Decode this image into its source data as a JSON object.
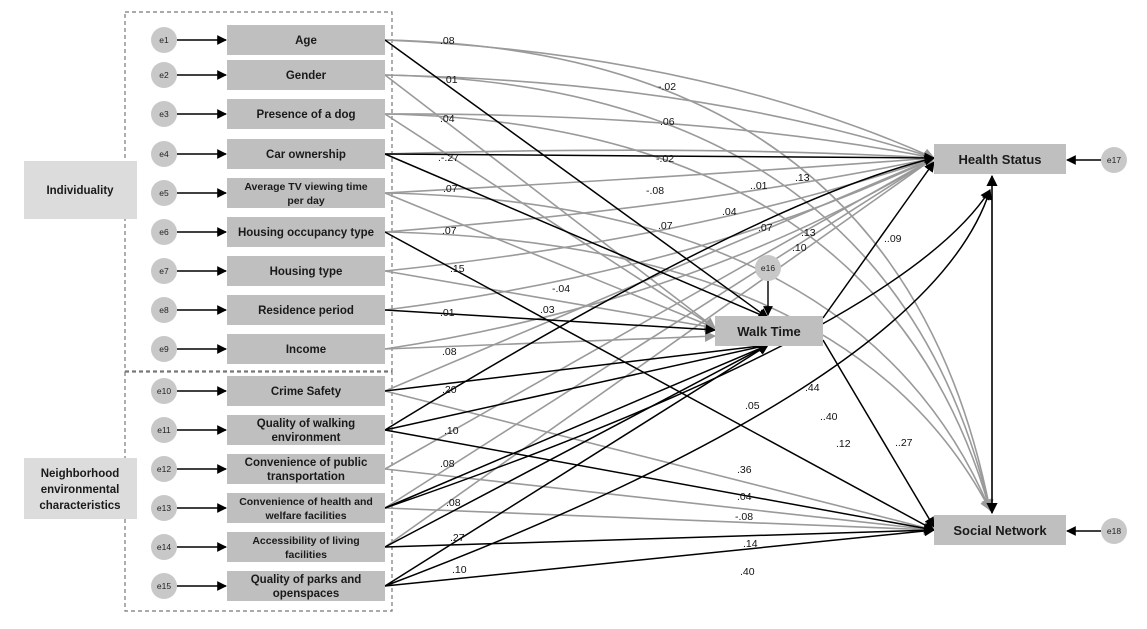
{
  "groups": [
    {
      "id": "individuality",
      "label": [
        "Individuality"
      ]
    },
    {
      "id": "neighborhood",
      "label": [
        "Neighborhood",
        "environmental",
        "characteristics"
      ]
    }
  ],
  "variables": [
    {
      "id": "age",
      "error": "e1",
      "label": [
        "Age"
      ]
    },
    {
      "id": "gender",
      "error": "e2",
      "label": [
        "Gender"
      ]
    },
    {
      "id": "dog",
      "error": "e3",
      "label": [
        "Presence of a dog"
      ]
    },
    {
      "id": "car",
      "error": "e4",
      "label": [
        "Car ownership"
      ]
    },
    {
      "id": "tv",
      "error": "e5",
      "label": [
        "Average TV viewing time",
        "per day"
      ]
    },
    {
      "id": "occupancy",
      "error": "e6",
      "label": [
        "Housing occupancy type"
      ]
    },
    {
      "id": "housing",
      "error": "e7",
      "label": [
        "Housing type"
      ]
    },
    {
      "id": "residence",
      "error": "e8",
      "label": [
        "Residence period"
      ]
    },
    {
      "id": "income",
      "error": "e9",
      "label": [
        "Income"
      ]
    },
    {
      "id": "crime",
      "error": "e10",
      "label": [
        "Crime Safety"
      ]
    },
    {
      "id": "walking",
      "error": "e11",
      "label": [
        "Quality of walking",
        "environment"
      ]
    },
    {
      "id": "transport",
      "error": "e12",
      "label": [
        "Convenience of public",
        "transportation"
      ]
    },
    {
      "id": "health_fac",
      "error": "e13",
      "label": [
        "Convenience of health and",
        "welfare facilities"
      ]
    },
    {
      "id": "living",
      "error": "e14",
      "label": [
        "Accessibility of living",
        "facilities"
      ]
    },
    {
      "id": "parks",
      "error": "e15",
      "label": [
        "Quality of parks and",
        "openspaces"
      ]
    }
  ],
  "outcomes": [
    {
      "id": "walk",
      "error": "e16",
      "label": "Walk Time"
    },
    {
      "id": "health",
      "error": "e17",
      "label": "Health Status"
    },
    {
      "id": "social",
      "error": "e18",
      "label": "Social Network"
    }
  ],
  "coefficients": [
    {
      "text": ".08"
    },
    {
      "text": ".01"
    },
    {
      "text": "-.02"
    },
    {
      "text": ".04"
    },
    {
      "text": ".06"
    },
    {
      "text": ".-.27"
    },
    {
      "text": "-.02"
    },
    {
      "text": ".07"
    },
    {
      "text": "-.08"
    },
    {
      "text": "..01"
    },
    {
      "text": ".13"
    },
    {
      "text": ".04"
    },
    {
      "text": ".07"
    },
    {
      "text": ".07"
    },
    {
      "text": ".13"
    },
    {
      "text": ".10"
    },
    {
      "text": ".07"
    },
    {
      "text": "..09"
    },
    {
      "text": ".15"
    },
    {
      "text": "-.04"
    },
    {
      "text": ".03"
    },
    {
      "text": ".01"
    },
    {
      "text": ".08"
    },
    {
      "text": ".20"
    },
    {
      "text": ".44"
    },
    {
      "text": ".05"
    },
    {
      "text": "..40"
    },
    {
      "text": ".10"
    },
    {
      "text": ".12"
    },
    {
      "text": "..27"
    },
    {
      "text": ".08"
    },
    {
      "text": ".36"
    },
    {
      "text": ".08"
    },
    {
      "text": ".04"
    },
    {
      "text": "-.08"
    },
    {
      "text": ".27"
    },
    {
      "text": ".14"
    },
    {
      "text": ".10"
    },
    {
      "text": ".40"
    }
  ]
}
